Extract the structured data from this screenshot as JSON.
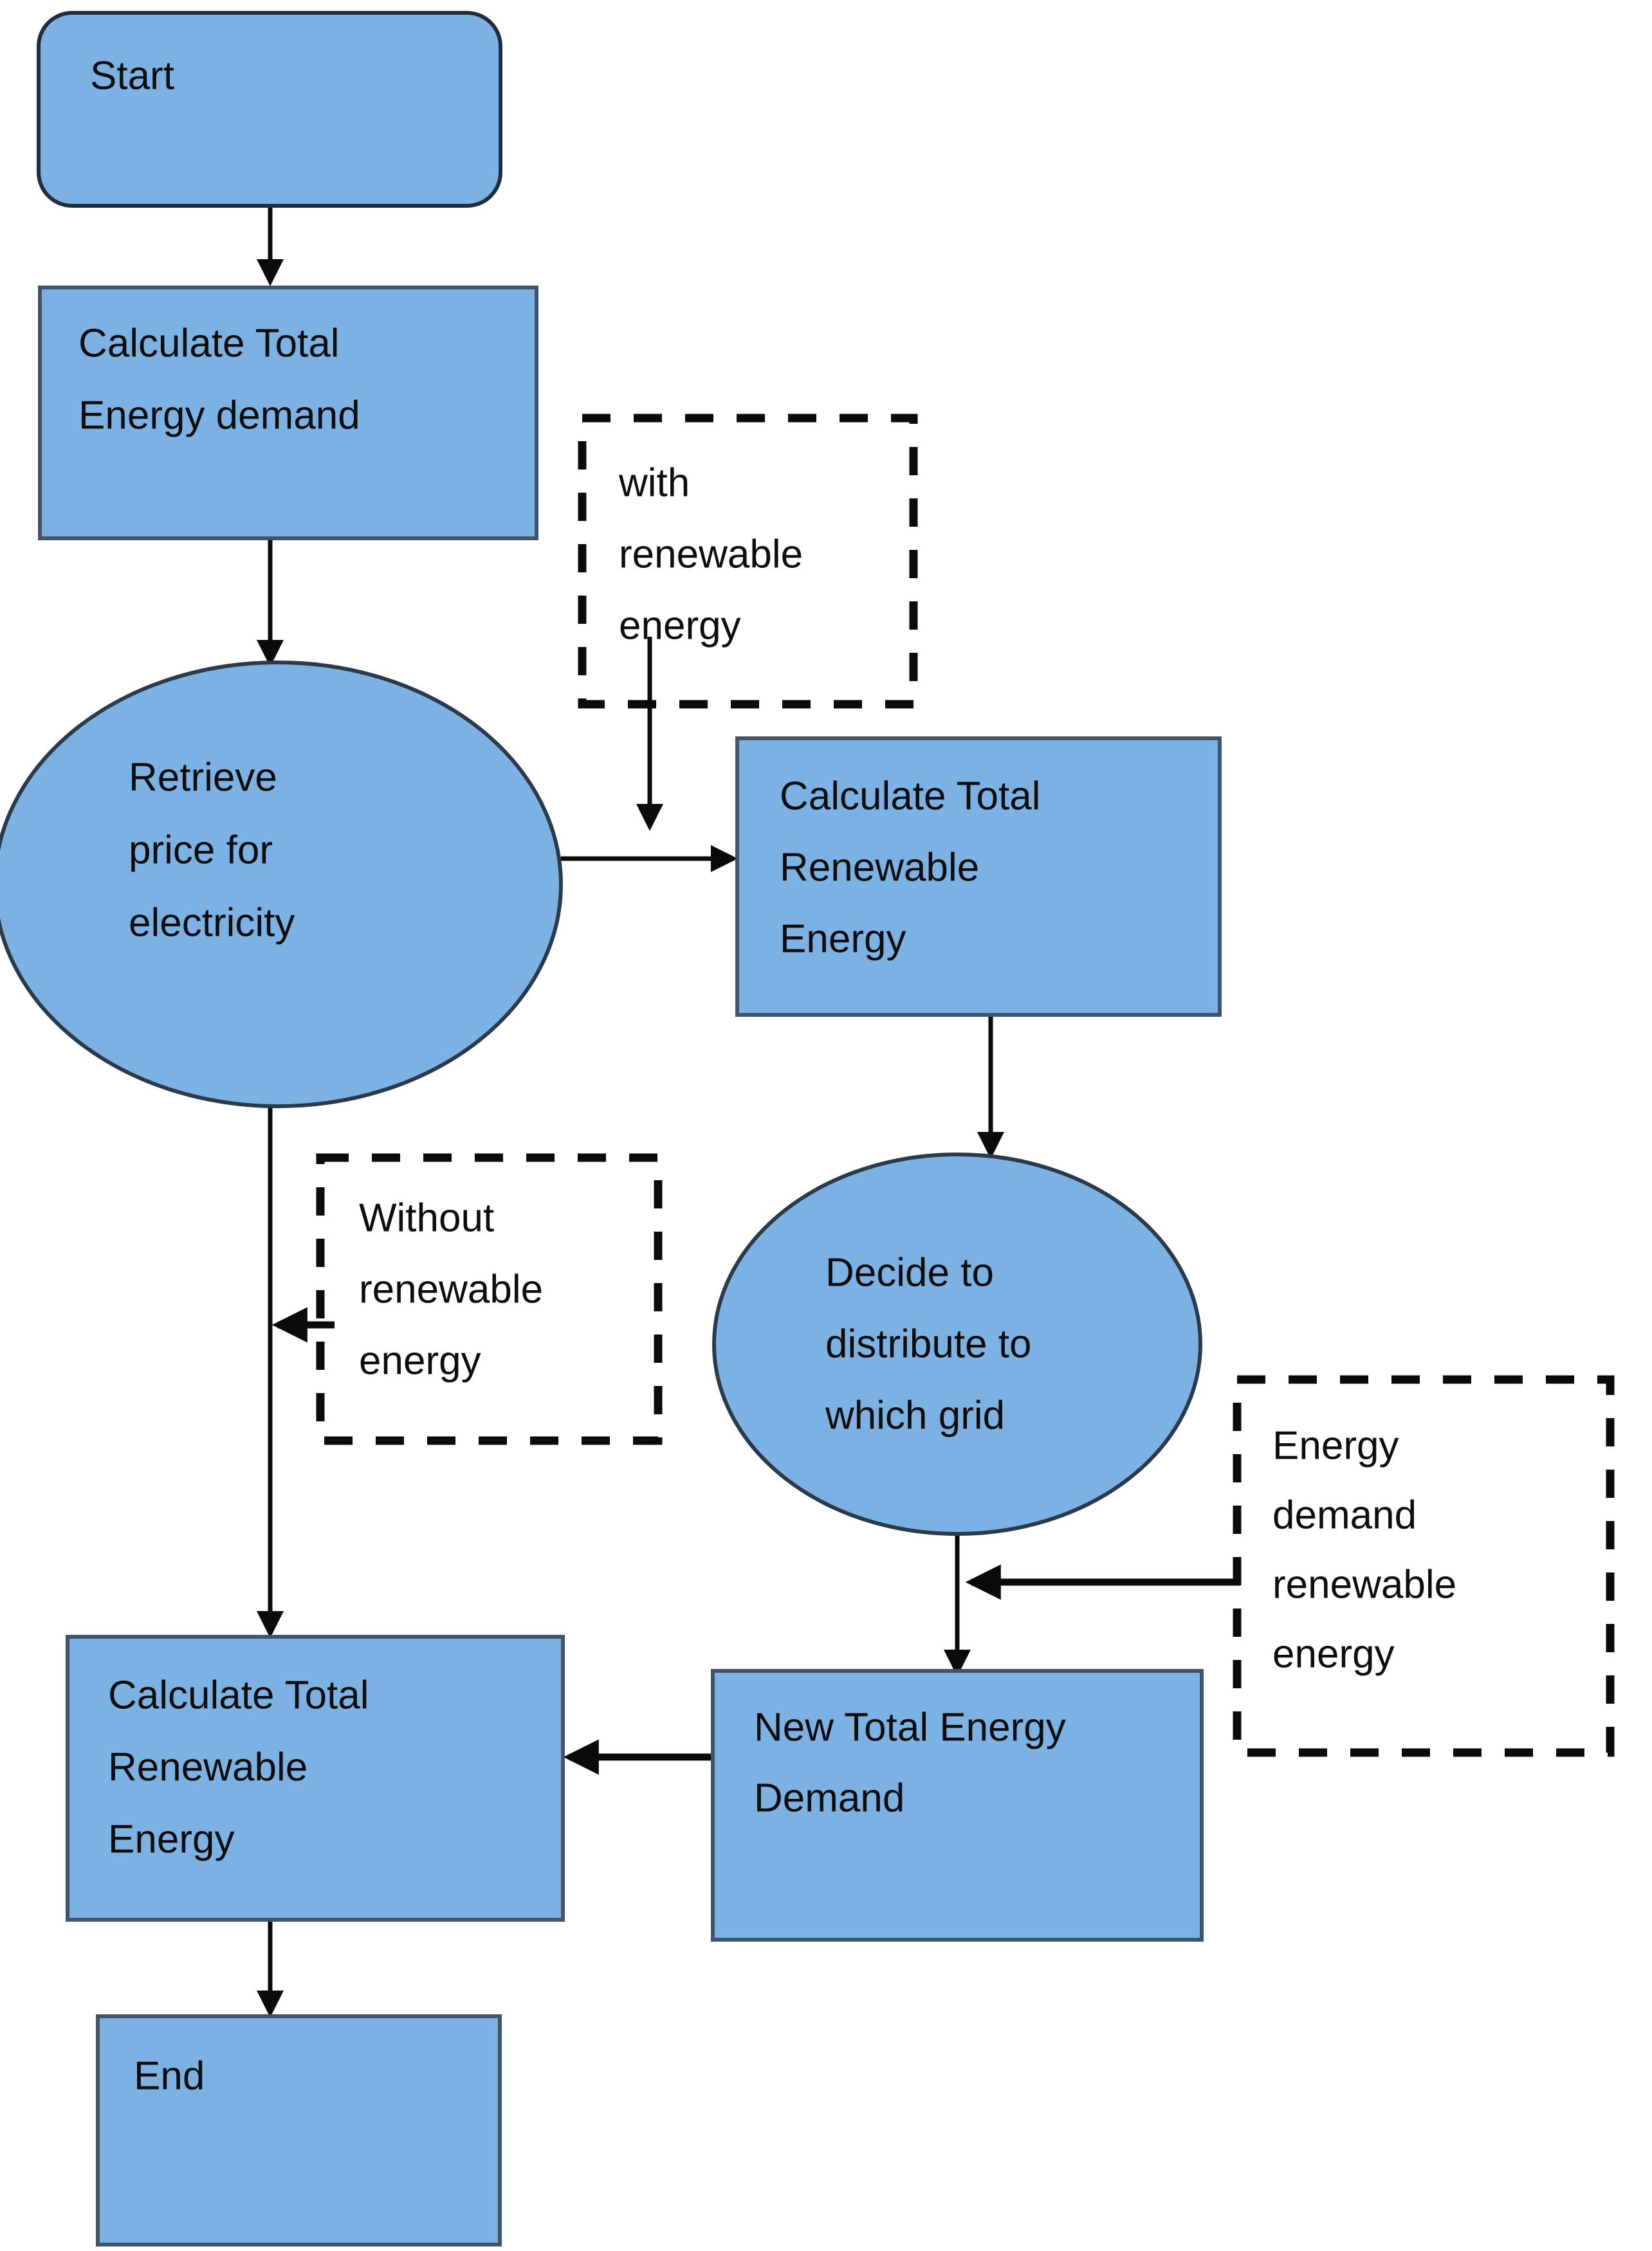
{
  "diagram": {
    "title": "Energy demand and renewable distribution flowchart",
    "colors": {
      "node_fill": "#7cb2e3",
      "node_stroke": "#41546b",
      "annotation_stroke": "#0b0b0b",
      "edge": "#0b0b0b",
      "text": "#0d0d0d",
      "background": "#ffffff"
    },
    "nodes": [
      {
        "id": "start",
        "shape": "rounded-rectangle",
        "lines": [
          "Start"
        ]
      },
      {
        "id": "calc-total-energy-demand",
        "shape": "rectangle",
        "lines": [
          "Calculate Total",
          "Energy demand"
        ]
      },
      {
        "id": "retrieve-price",
        "shape": "ellipse",
        "lines": [
          "Retrieve",
          "price for",
          "electricity"
        ]
      },
      {
        "id": "calc-total-renewable-energy-top",
        "shape": "rectangle",
        "lines": [
          "Calculate Total",
          "Renewable",
          "Energy"
        ]
      },
      {
        "id": "decide-distribute-grid",
        "shape": "ellipse",
        "lines": [
          "Decide to",
          "distribute to",
          "which grid"
        ]
      },
      {
        "id": "new-total-energy-demand",
        "shape": "rectangle",
        "lines": [
          "New Total Energy",
          "Demand"
        ]
      },
      {
        "id": "calc-total-renewable-energy-bottom",
        "shape": "rectangle",
        "lines": [
          "Calculate Total",
          "Renewable",
          "Energy"
        ]
      },
      {
        "id": "end",
        "shape": "rectangle",
        "lines": [
          "End"
        ]
      }
    ],
    "annotations": [
      {
        "id": "with-renewable-energy",
        "shape": "dashed-rectangle",
        "lines": [
          "with",
          "renewable",
          "energy"
        ]
      },
      {
        "id": "without-renewable-energy",
        "shape": "dashed-rectangle",
        "lines": [
          "Without",
          "renewable",
          "energy"
        ]
      },
      {
        "id": "energy-demand-renewable-energy",
        "shape": "dashed-rectangle",
        "lines": [
          "Energy",
          "demand",
          "renewable",
          "energy"
        ]
      }
    ],
    "edges": [
      {
        "id": "start-to-calc-demand",
        "from": "start",
        "to": "calc-total-energy-demand",
        "arrow": "down"
      },
      {
        "id": "calc-demand-to-retrieve",
        "from": "calc-total-energy-demand",
        "to": "retrieve-price",
        "arrow": "down"
      },
      {
        "id": "retrieve-to-calc-renewable",
        "from": "retrieve-price",
        "to": "calc-total-renewable-energy-top",
        "arrow": "right"
      },
      {
        "id": "with-renewable-to-calc-renewable",
        "from": "with-renewable-energy",
        "to": "calc-total-renewable-energy-top",
        "arrow": "down"
      },
      {
        "id": "calc-renewable-to-decide",
        "from": "calc-total-renewable-energy-top",
        "to": "decide-distribute-grid",
        "arrow": "down"
      },
      {
        "id": "retrieve-to-calc-renewable-bottom",
        "from": "retrieve-price",
        "to": "calc-total-renewable-energy-bottom",
        "arrow": "down"
      },
      {
        "id": "without-renewable-pointer",
        "from": "without-renewable-energy",
        "to": "retrieve-to-calc-renewable-bottom",
        "arrow": "left"
      },
      {
        "id": "decide-to-new-total",
        "from": "decide-distribute-grid",
        "to": "new-total-energy-demand",
        "arrow": "down"
      },
      {
        "id": "energy-demand-renewable-pointer",
        "from": "energy-demand-renewable-energy",
        "to": "decide-to-new-total",
        "arrow": "left"
      },
      {
        "id": "new-total-to-calc-renewable-bottom",
        "from": "new-total-energy-demand",
        "to": "calc-total-renewable-energy-bottom",
        "arrow": "left"
      },
      {
        "id": "calc-renewable-bottom-to-end",
        "from": "calc-total-renewable-energy-bottom",
        "to": "end",
        "arrow": "down"
      }
    ]
  }
}
